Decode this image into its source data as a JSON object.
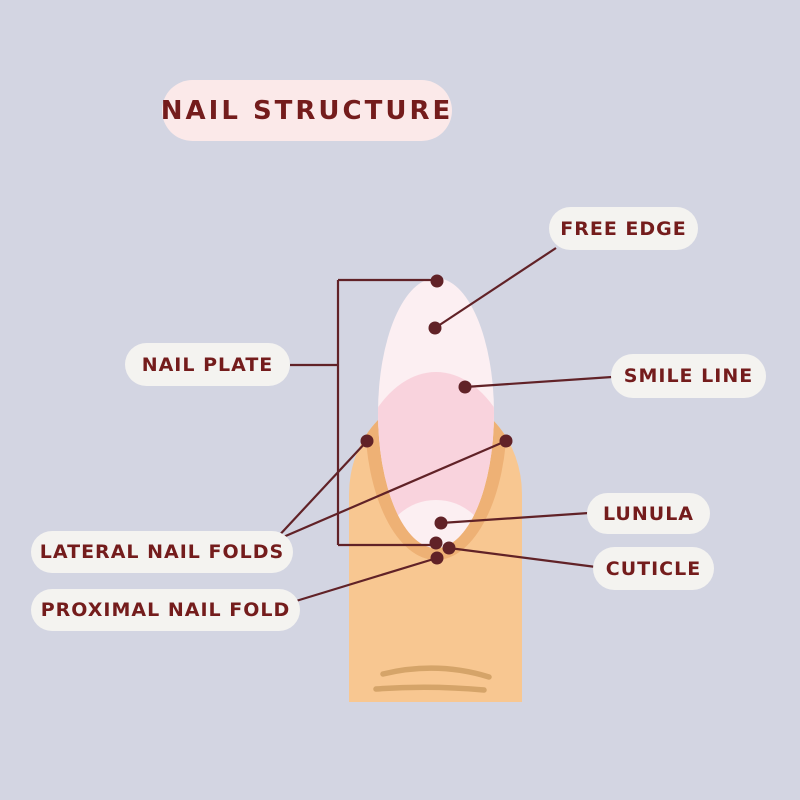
{
  "title": "NAIL STRUCTURE",
  "labels": {
    "free_edge": "FREE EDGE",
    "smile_line": "SMILE LINE",
    "nail_plate": "NAIL PLATE",
    "lunula": "LUNULA",
    "cuticle": "CUTICLE",
    "lateral_nail_folds": "LATERAL NAIL FOLDS",
    "proximal_nail_fold": "PROXIMAL NAIL FOLD"
  },
  "colors": {
    "background": "#d3d5e2",
    "label_pill": "#f4f3f0",
    "title_pill": "#fbe9e9",
    "text": "#741c1c",
    "connector_line": "#612227",
    "finger_skin": "#f8c791",
    "nail_fold_shadow": "#eeb175",
    "knuckle_crease": "#d5a469",
    "nail_free_edge": "#fceff2",
    "nail_plate": "#f9d3dd"
  }
}
